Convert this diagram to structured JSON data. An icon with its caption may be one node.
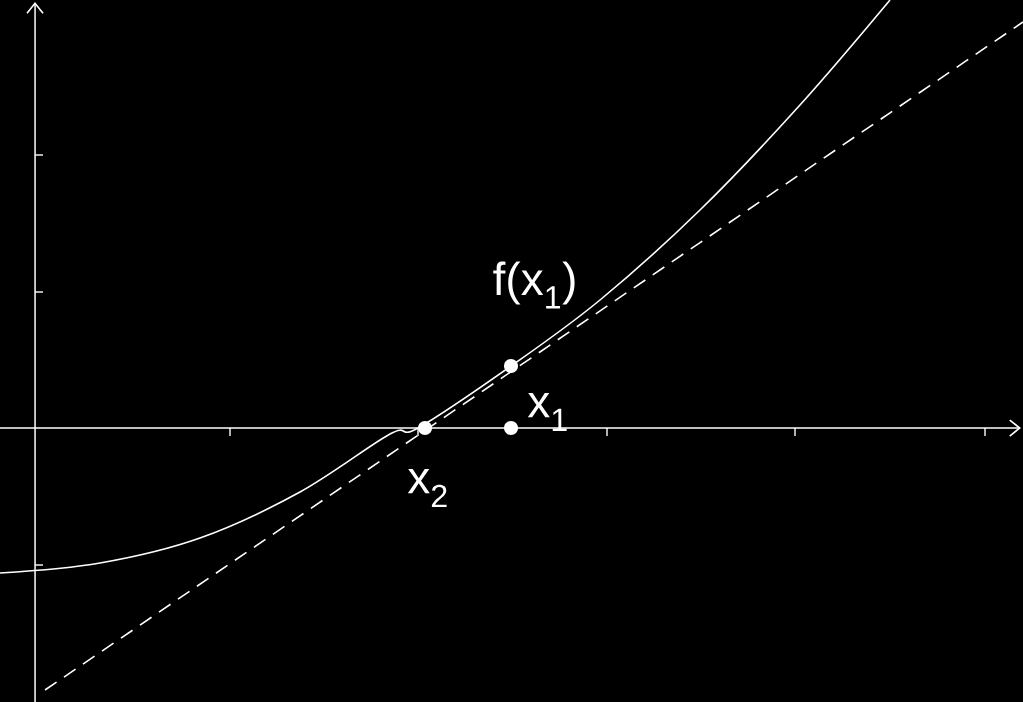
{
  "diagram": {
    "labels": [
      "f(x$_{1}$)",
      "x$_{1}$",
      "x$_{2}$"
    ]
  }
}
